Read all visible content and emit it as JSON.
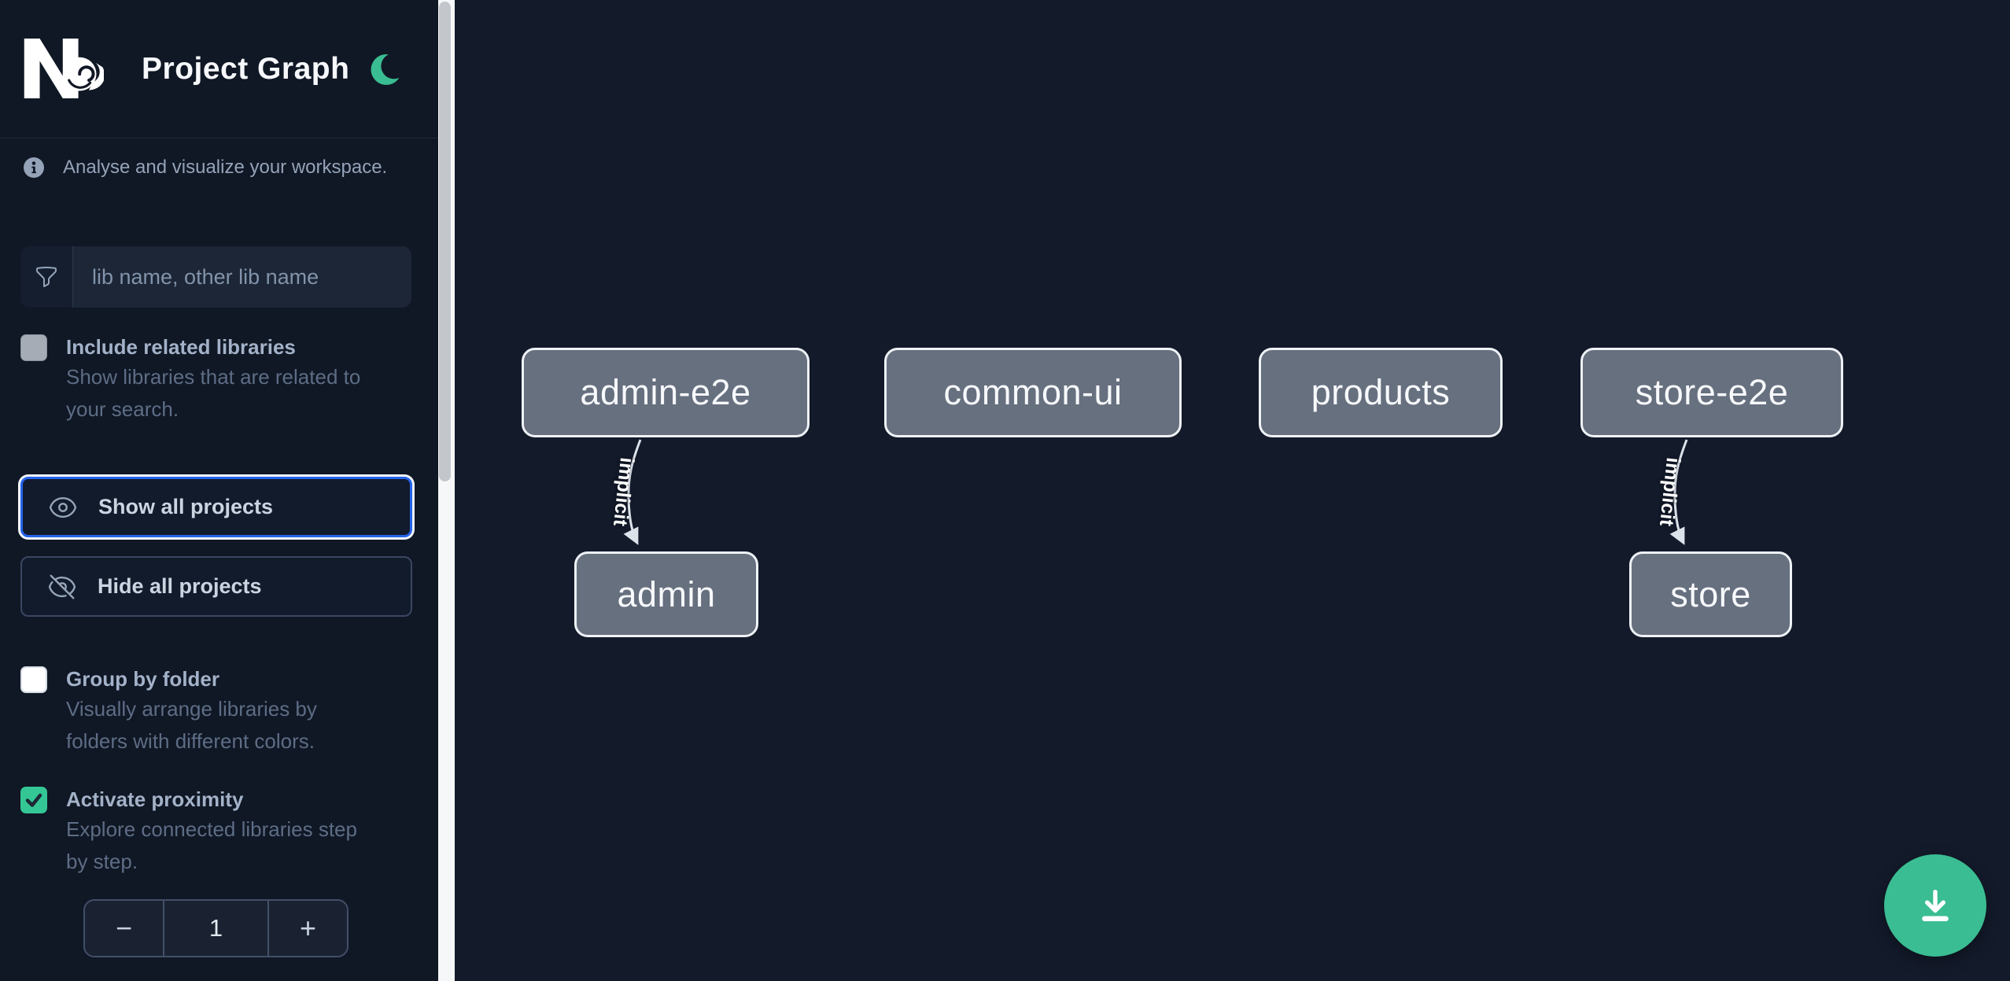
{
  "colors": {
    "accent_green": "#3abd92",
    "checkbox_green": "#34c795",
    "focus_ring_blue": "#2563eb",
    "node_fill": "#67707f",
    "node_border": "#eef2f7",
    "sidebar_bg": "#101725",
    "canvas_bg": "#131a2a"
  },
  "header": {
    "title": "Project Graph"
  },
  "intro": {
    "text": "Analyse and visualize your workspace."
  },
  "search": {
    "placeholder": "lib name, other lib name",
    "value": ""
  },
  "include_related": {
    "label": "Include related libraries",
    "description_line1": "Show libraries that are related to",
    "description_line2": "your search.",
    "checked": false
  },
  "actions": {
    "show_all_label": "Show all projects",
    "hide_all_label": "Hide all projects"
  },
  "group_by_folder": {
    "label": "Group by folder",
    "description_line1": "Visually arrange libraries by",
    "description_line2": "folders with different colors.",
    "checked": false
  },
  "activate_proximity": {
    "label": "Activate proximity",
    "description_line1": "Explore connected libraries step",
    "description_line2": "by step.",
    "checked": true
  },
  "proximity_stepper": {
    "decrement": "−",
    "value": "1",
    "increment": "+"
  },
  "graph": {
    "nodes": [
      {
        "label": "admin-e2e"
      },
      {
        "label": "common-ui"
      },
      {
        "label": "products"
      },
      {
        "label": "store-e2e"
      },
      {
        "label": "admin"
      },
      {
        "label": "store"
      }
    ],
    "edges": [
      {
        "from": "admin-e2e",
        "to": "admin",
        "label": "implicit"
      },
      {
        "from": "store-e2e",
        "to": "store",
        "label": "implicit"
      }
    ]
  }
}
